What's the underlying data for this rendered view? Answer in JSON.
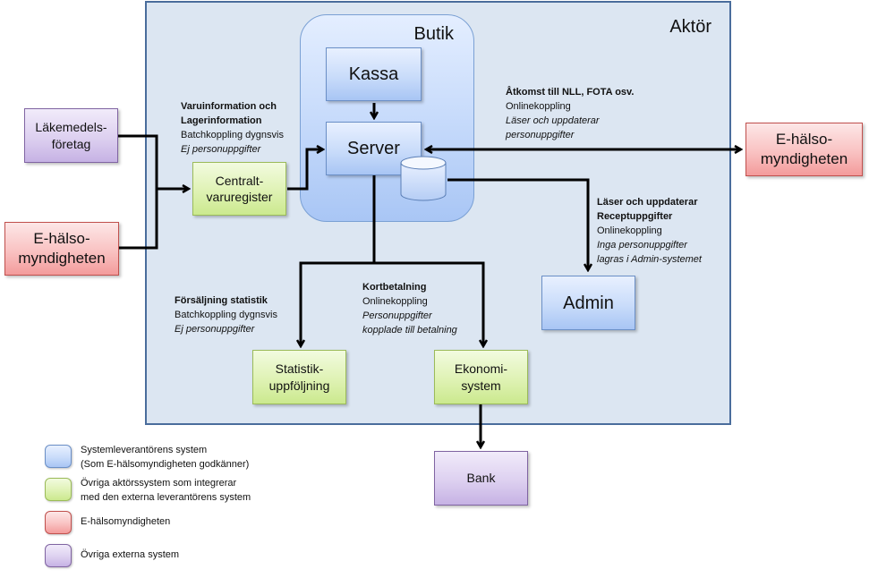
{
  "containers": {
    "aktor": "Aktör",
    "butik": "Butik"
  },
  "nodes": {
    "kassa": "Kassa",
    "server": "Server",
    "admin": "Admin",
    "centralt_line1": "Centralt-",
    "centralt_line2": "varuregister",
    "statistik_line1": "Statistik-",
    "statistik_line2": "uppföljning",
    "ekonomi_line1": "Ekonomi-",
    "ekonomi_line2": "system",
    "lakemedel_line1": "Läkemedels-",
    "lakemedel_line2": "företag",
    "ehalso_left_line1": "E-hälso-",
    "ehalso_left_line2": "myndigheten",
    "ehalso_right_line1": "E-hälso-",
    "ehalso_right_line2": "myndigheten",
    "bank": "Bank"
  },
  "annotations": {
    "varuinfo": {
      "title1": "Varuinformation och",
      "title2": "Lagerinformation",
      "type": "Batchkoppling dygnsvis",
      "note": "Ej personuppgifter"
    },
    "atkomst": {
      "title": "Åtkomst till NLL, FOTA osv.",
      "type": "Onlinekoppling",
      "note1": "Läser och uppdaterar",
      "note2": "personuppgifter"
    },
    "recept": {
      "title1": "Läser och uppdaterar",
      "title2": "Receptuppgifter",
      "type": "Onlinekoppling",
      "note1": "Inga personuppgifter",
      "note2": "lagras i Admin-systemet"
    },
    "forsaljning": {
      "title": "Försäljning statistik",
      "type": "Batchkoppling dygnsvis",
      "note": "Ej personuppgifter"
    },
    "kortbetalning": {
      "title": "Kortbetalning",
      "type": "Onlinekoppling",
      "note1": "Personuppgifter",
      "note2": "kopplade till betalning"
    }
  },
  "legend": [
    {
      "color": "blue",
      "line1": "Systemleverantörens system",
      "line2": "(Som E-hälsomyndigheten godkänner)"
    },
    {
      "color": "green",
      "line1": "Övriga aktörssystem som integrerar",
      "line2": "med den externa leverantörens system"
    },
    {
      "color": "red",
      "line1": "E-hälsomyndigheten",
      "line2": ""
    },
    {
      "color": "purple",
      "line1": "Övriga externa system",
      "line2": ""
    }
  ]
}
